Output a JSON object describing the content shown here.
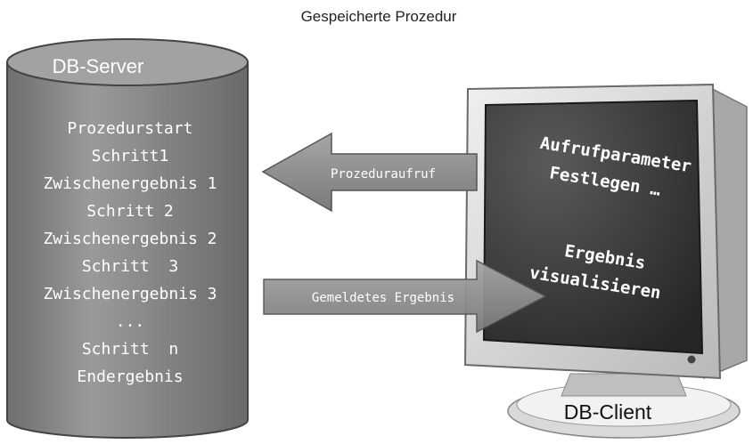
{
  "title": "Gespeicherte Prozedur",
  "server": {
    "label": "DB-Server",
    "steps": [
      "Prozedurstart",
      "Schritt1",
      "Zwischenergebnis 1",
      "Schritt 2",
      "Zwischenergebnis 2",
      "Schritt  3",
      "Zwischenergebnis 3",
      "...",
      "Schritt  n",
      "Endergebnis"
    ]
  },
  "arrows": {
    "call_label": "Prozeduraufruf",
    "result_label": "Gemeldetes Ergebnis"
  },
  "client": {
    "label": "DB-Client",
    "screen_line1": "Aufrufparameter",
    "screen_line2": "Festlegen …",
    "screen_line3": "Ergebnis",
    "screen_line4": "visualisieren"
  },
  "colors": {
    "cylinder_body": "#8c8c8c",
    "cylinder_top": "#a8a8a8",
    "arrow_fill": "#909090",
    "screen_dark": "#2e2e2e",
    "monitor_frame": "#d8d8d8"
  }
}
